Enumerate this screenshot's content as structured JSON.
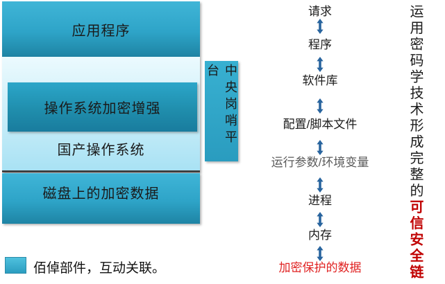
{
  "diagram": {
    "stack": {
      "app_box": "应用程序",
      "enhance_box": "操作系统加密增强",
      "os_label": "国产操作系统",
      "disk_box": "磁盘上的加密数据",
      "sentinel_box": "中央岗哨平台"
    },
    "legend": {
      "text": "佰倬部件，互动关联。"
    },
    "chain": {
      "items": [
        {
          "label": "请求",
          "color": "#1a1a1a"
        },
        {
          "label": "程序",
          "color": "#1a1a1a"
        },
        {
          "label": "软件库",
          "color": "#1a1a1a"
        },
        {
          "label": "配置/脚本文件",
          "color": "#1a1a1a"
        },
        {
          "label": "运行参数/环境变量",
          "color": "#5a5a5a"
        },
        {
          "label": "进程",
          "color": "#1a1a1a"
        },
        {
          "label": "内存",
          "color": "#1a1a1a"
        },
        {
          "label": "加密保护的数据",
          "color": "#e02222"
        }
      ]
    },
    "side_note": {
      "normal_text": "运用密码学技术形成完整的",
      "highlight_text": "可信安全链",
      "highlight_color": "#c00000"
    },
    "colors": {
      "teal_light": "#40b5d7",
      "teal_mid": "#2ea4c8",
      "teal_dark": "#1e84a4",
      "panel_light_top": "#ecfafe",
      "panel_light_bottom": "#a9e2f4",
      "arrow_blue": "#28649e"
    }
  }
}
